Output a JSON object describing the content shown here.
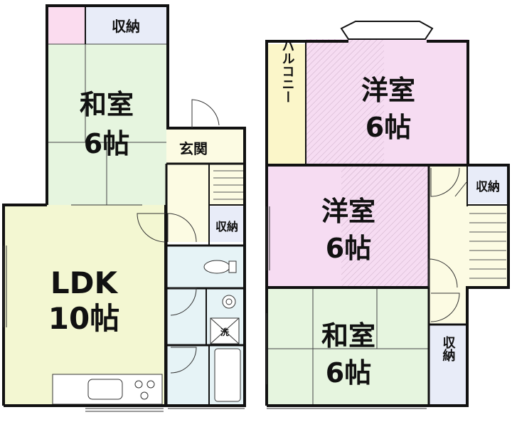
{
  "floor1": {
    "washitsu": {
      "name": "和室",
      "size": "6帖"
    },
    "storage_top": "収納",
    "entrance": "玄関",
    "storage_mid": "収納",
    "ldk": {
      "name": "LDK",
      "size": "10帖"
    },
    "washer_mark": "洗"
  },
  "floor2": {
    "balcony": "バルコニー",
    "youshitsu_a": {
      "name": "洋室",
      "size": "6帖"
    },
    "youshitsu_b": {
      "name": "洋室",
      "size": "6帖"
    },
    "washitsu": {
      "name": "和室",
      "size": "6帖"
    },
    "storage_hall": "収納",
    "storage_side": "収納"
  },
  "colors": {
    "tatami": "#e6f5df",
    "ldk": "#f3f7d2",
    "youshitsu": "#f6dcf2",
    "balcony": "#fbf6c9",
    "hall": "#fcfbe3",
    "wet": "#e6f3f6",
    "storage": "#e8ecf8",
    "pink_corner": "#fbdcef",
    "wall": "#111111"
  }
}
